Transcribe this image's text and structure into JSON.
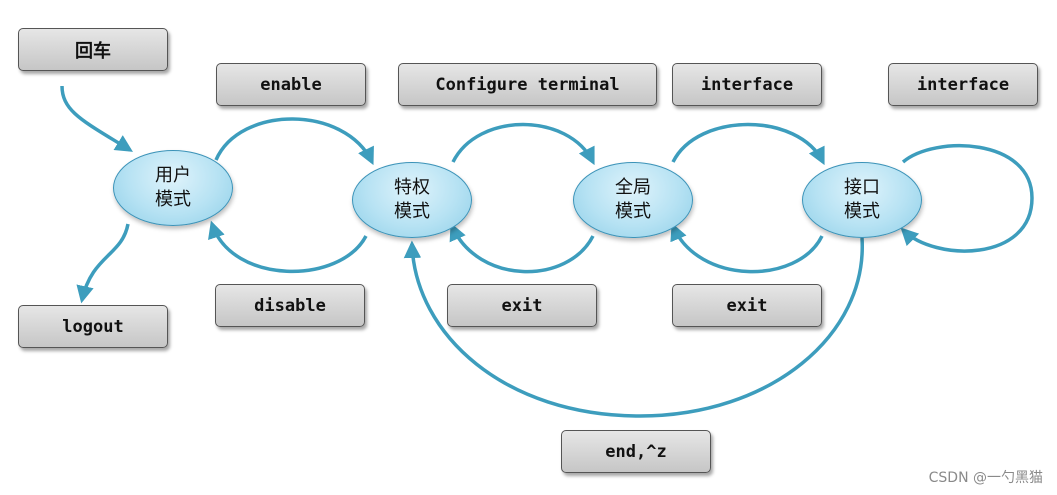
{
  "colors": {
    "edge": "#3d9dbd",
    "node_fill": "#b6e2f3",
    "box_fill": "#d4d4d4"
  },
  "nodes": {
    "user_mode": {
      "line1": "用户",
      "line2": "模式"
    },
    "privileged_mode": {
      "line1": "特权",
      "line2": "模式"
    },
    "global_mode": {
      "line1": "全局",
      "line2": "模式"
    },
    "interface_mode": {
      "line1": "接口",
      "line2": "模式"
    }
  },
  "commands": {
    "enter": "回车",
    "enable": "enable",
    "configure_terminal": "Configure terminal",
    "interface_1": "interface",
    "interface_2": "interface",
    "logout": "logout",
    "disable": "disable",
    "exit_1": "exit",
    "exit_2": "exit",
    "end": "end,^z"
  },
  "watermark": "CSDN @一勺黑猫"
}
